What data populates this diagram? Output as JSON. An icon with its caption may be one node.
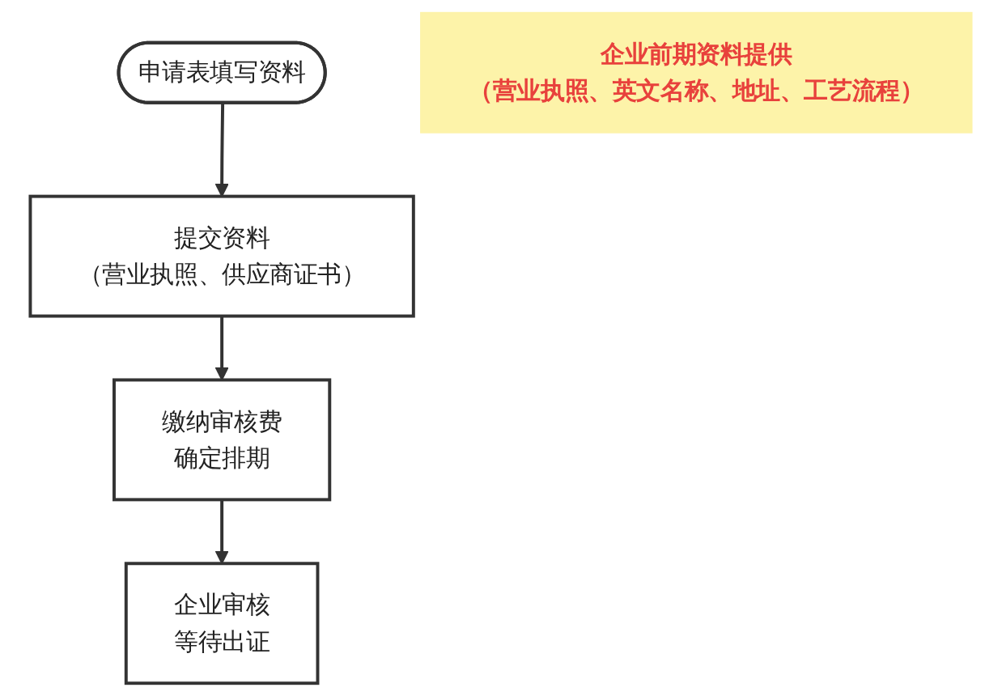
{
  "diagram": {
    "nodes": [
      {
        "text": [
          "申请表填写资料"
        ]
      },
      {
        "text": [
          "提交资料",
          "（营业执照、供应商证书）"
        ]
      },
      {
        "text": [
          "缴纳审核费",
          "确定排期"
        ]
      },
      {
        "text": [
          "企业审核",
          "等待出证"
        ]
      },
      {
        "text": [
          "企业前期资料提供",
          "（营业执照、英文名称、地址、工艺流程）"
        ]
      }
    ],
    "edges": [
      {
        "from": 0,
        "to": 1,
        "arrow": "to"
      },
      {
        "from": 1,
        "to": 2,
        "arrow": "to"
      },
      {
        "from": 2,
        "to": 3,
        "arrow": "to"
      }
    ]
  }
}
